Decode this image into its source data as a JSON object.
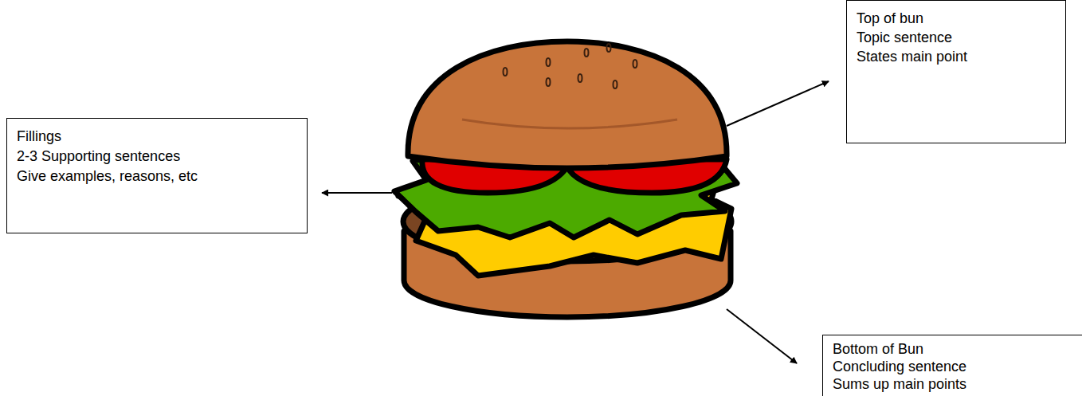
{
  "diagram": {
    "nodes": [
      {
        "text": [
          "Top of bun",
          "Topic sentence",
          "States main point"
        ]
      },
      {
        "text": [
          "Fillings",
          "2-3 Supporting sentences",
          "Give examples, reasons, etc"
        ]
      },
      {
        "text": [
          "Bottom of Bun",
          "Concluding sentence",
          "Sums up main points"
        ]
      }
    ]
  }
}
